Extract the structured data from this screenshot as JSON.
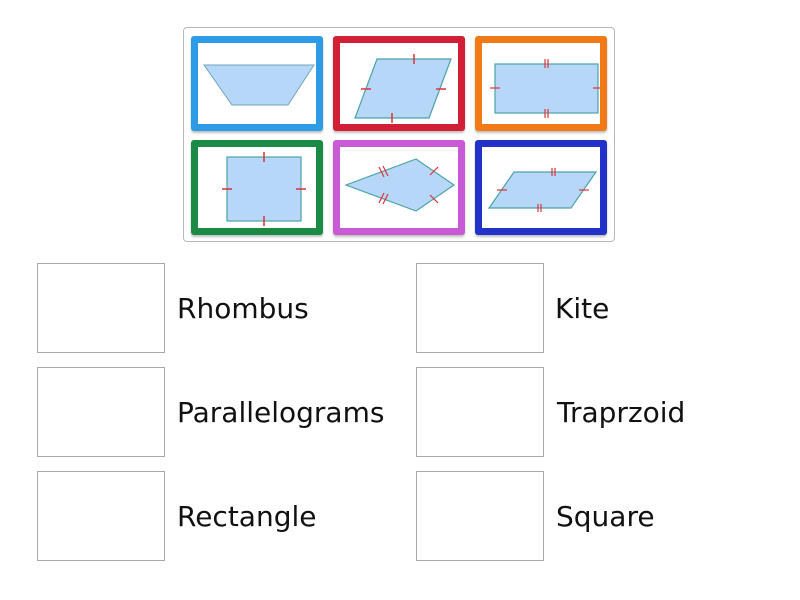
{
  "cards": [
    {
      "id": "trapezoid-card",
      "shape": "trapezoid",
      "border_color": "#2e9be6"
    },
    {
      "id": "rhombus-card",
      "shape": "rhombus",
      "border_color": "#d21f36"
    },
    {
      "id": "rectangle-card",
      "shape": "rectangle",
      "border_color": "#f27a16"
    },
    {
      "id": "square-card",
      "shape": "square",
      "border_color": "#1a8a45"
    },
    {
      "id": "kite-card",
      "shape": "kite",
      "border_color": "#c95ad6"
    },
    {
      "id": "parallelogram-card",
      "shape": "parallelogram",
      "border_color": "#2231c8"
    }
  ],
  "shape_style": {
    "fill": "#b7d7f8",
    "stroke": "#4aa3a8",
    "tick_color": "#e0303a"
  },
  "targets": [
    {
      "label": "Rhombus"
    },
    {
      "label": "Kite"
    },
    {
      "label": "Parallelograms"
    },
    {
      "label": "Traprzoid"
    },
    {
      "label": "Rectangle"
    },
    {
      "label": "Square"
    }
  ]
}
